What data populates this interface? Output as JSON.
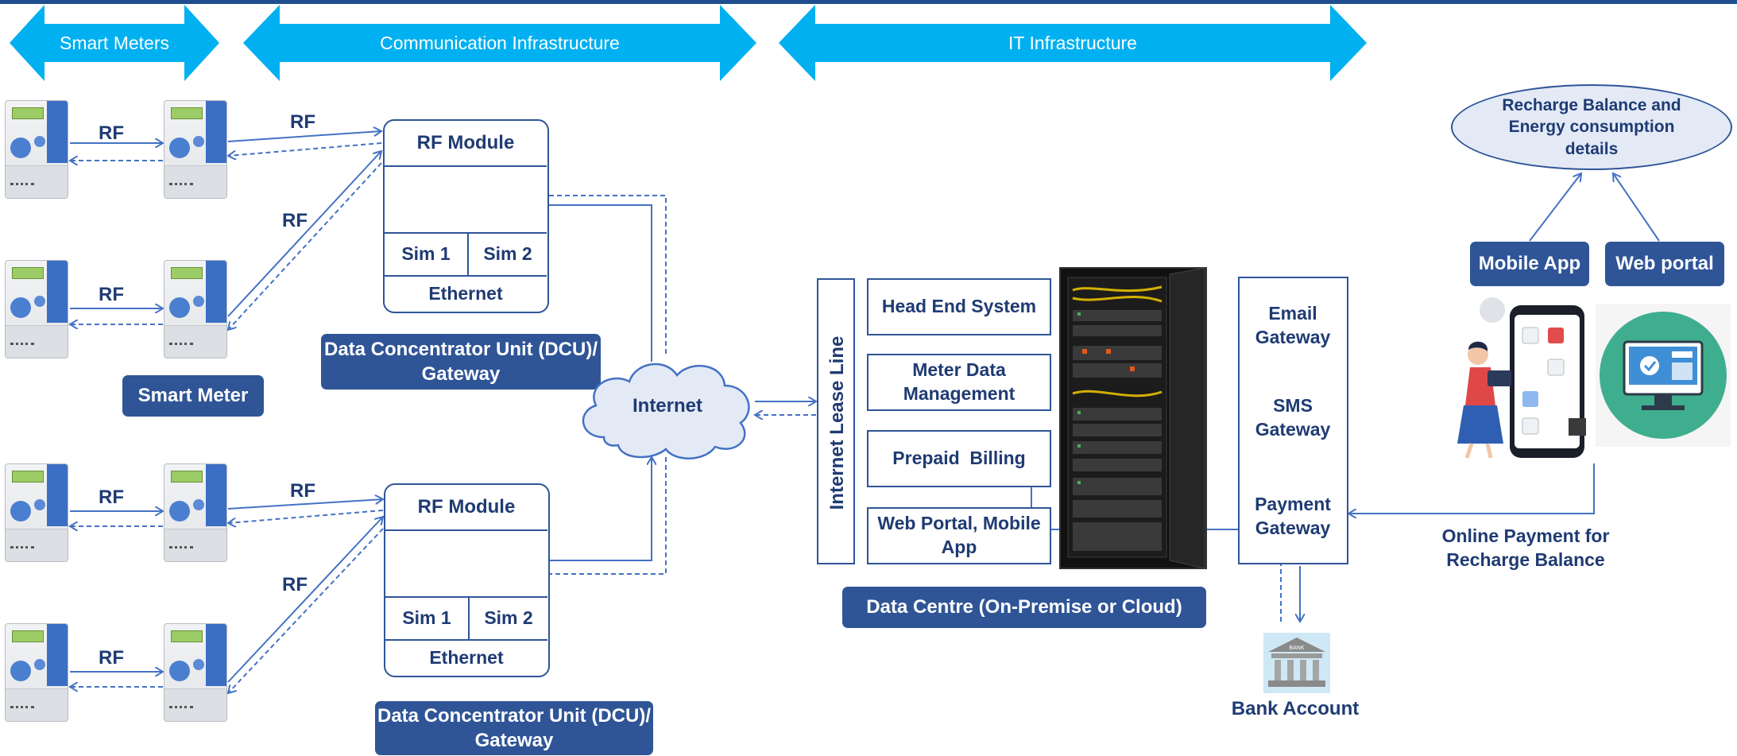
{
  "banners": {
    "smart_meters": "Smart Meters",
    "communication": "Communication Infrastructure",
    "it": "IT Infrastructure"
  },
  "rf_label": "RF",
  "smart_meter_label": "Smart Meter",
  "dcu": {
    "rf_module": "RF Module",
    "sim1": "Sim 1",
    "sim2": "Sim 2",
    "ethernet": "Ethernet",
    "title": "Data Concentrator Unit (DCU)/ Gateway"
  },
  "internet": "Internet",
  "lease_line": "Internet Lease Line",
  "data_centre": {
    "head_end": "Head End System",
    "mdm": "Meter Data Management",
    "billing": "Prepaid  Billing",
    "portal": "Web Portal, Mobile App",
    "title": "Data Centre (On-Premise or Cloud)"
  },
  "gateways": {
    "email": "Email Gateway",
    "sms": "SMS Gateway",
    "payment": "Payment Gateway"
  },
  "bank": "Bank Account",
  "bank_sign": "BANK",
  "recharge_details": "Recharge Balance and Energy consumption details",
  "mobile_app": "Mobile App",
  "web_portal": "Web portal",
  "online_payment": "Online Payment for Recharge Balance",
  "colors": {
    "banner": "#00b0f0",
    "box": "#2f5597",
    "text": "#1f3b73",
    "line": "#4472c4"
  }
}
